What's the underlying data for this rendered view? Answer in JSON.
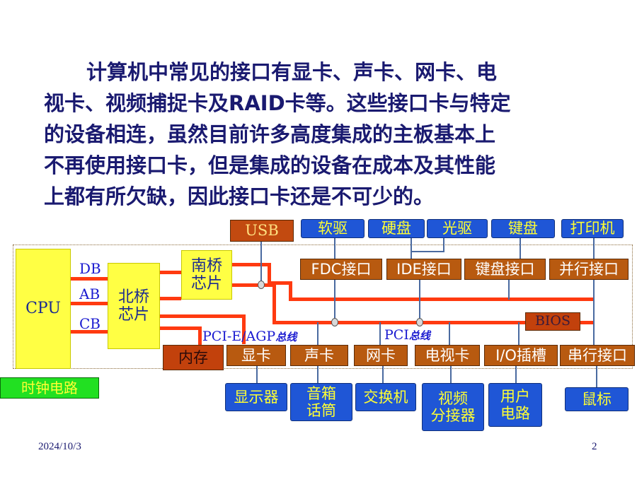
{
  "paragraph": {
    "lines": [
      "计算机中常见的接口有显卡、声卡、网卡、电",
      "视卡、视频捕捉卡及RAID卡等。这些接口卡与特定",
      "的设备相连，虽然目前许多高度集成的主板基本上",
      "不再使用接口卡，但是集成的设备在成本及其性能",
      "上都有所欠缺，因此接口卡还是不可少的。"
    ]
  },
  "diagram": {
    "cpu": "CPU",
    "buses": {
      "db": "DB",
      "ab": "AB",
      "cb": "CB"
    },
    "north_bridge": "北桥\n芯片",
    "south_bridge": "南桥\n芯片",
    "memory": "内存",
    "clock": "时钟电路",
    "bios": "BIOS",
    "usb": "USB",
    "pci_agp_label": "PCI-E/AGP",
    "pci_agp_suffix": "总线",
    "pci_label": "PCI",
    "pci_suffix": "总线",
    "top_devices": [
      "软驱",
      "硬盘",
      "光驱",
      "键盘",
      "打印机"
    ],
    "interfaces": [
      "FDC接口",
      "IDE接口",
      "键盘接口",
      "并行接口"
    ],
    "cards": [
      "显卡",
      "声卡",
      "网卡",
      "电视卡",
      "I/O插槽",
      "串行接口"
    ],
    "peripherals": [
      "显示器",
      "音箱\n话筒",
      "交换机",
      "视频\n分接器",
      "用户\n电路",
      "鼠标"
    ]
  },
  "footer": {
    "date": "2024/10/3",
    "page": "2"
  },
  "colors": {
    "box_blue": "#1f56d6",
    "box_brown": "#b85a10",
    "box_yellow": "#ffff44",
    "wire": "#ff3a10",
    "text_navy": "#1a1a70"
  }
}
